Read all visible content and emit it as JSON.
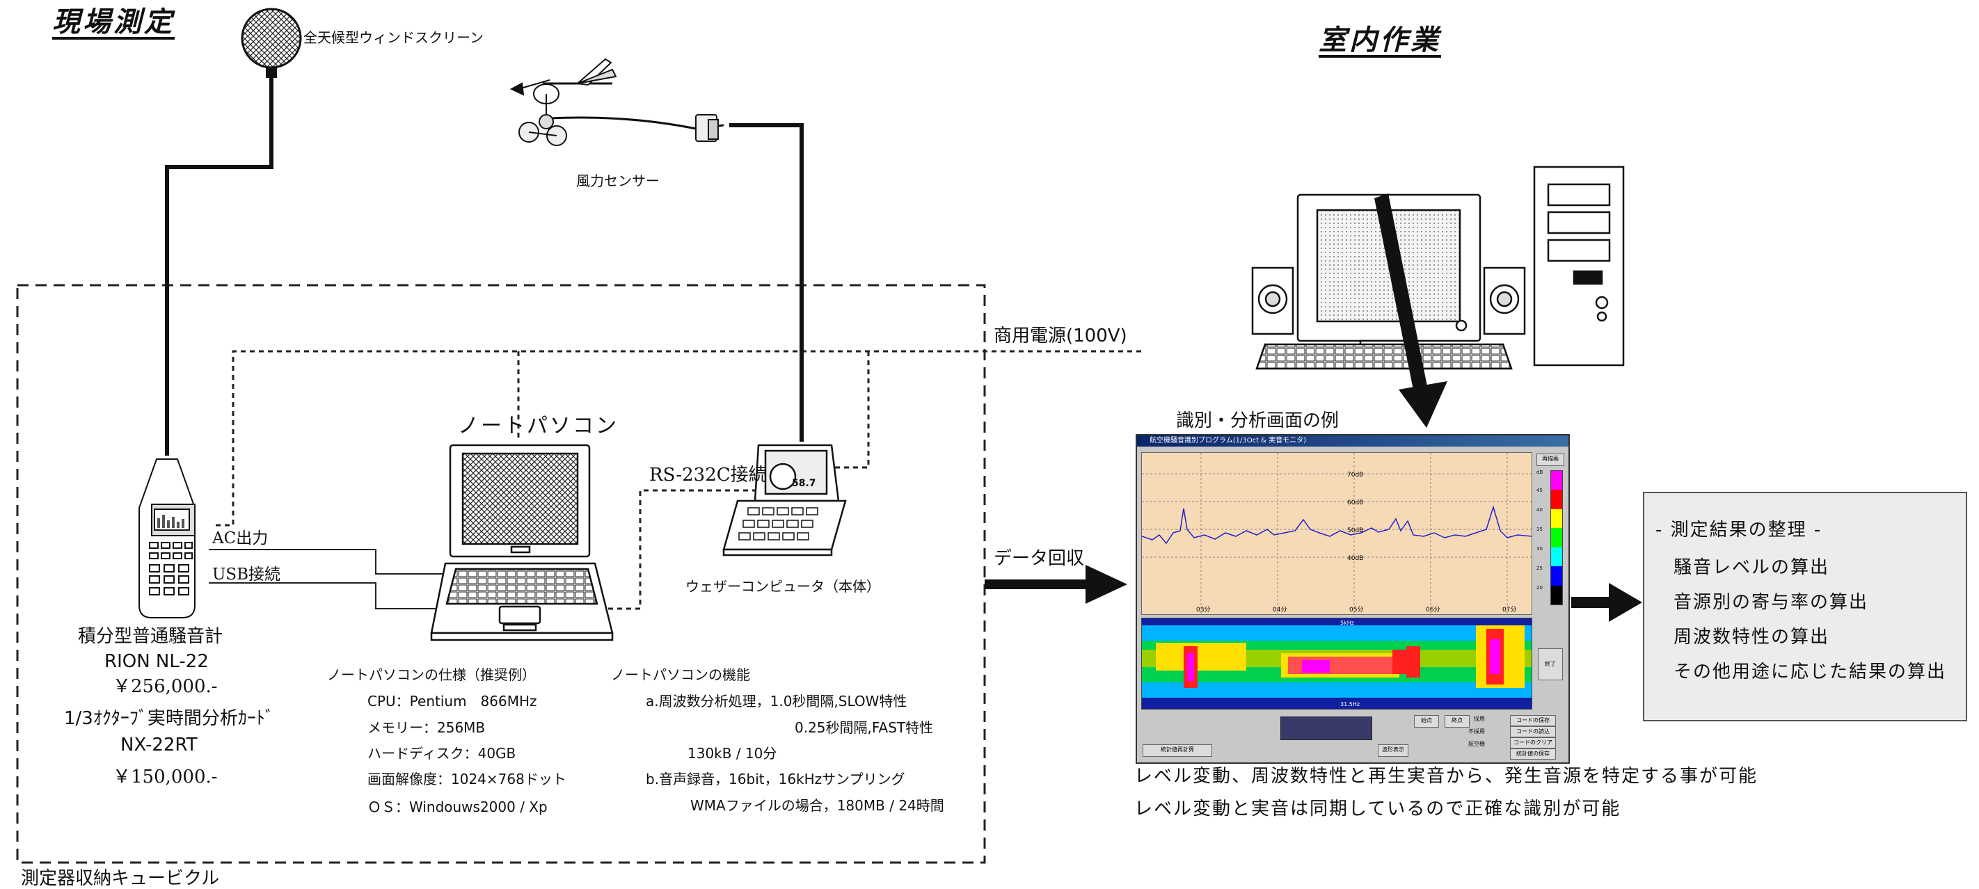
{
  "field": {
    "heading": "現場測定",
    "windscreen_label": "全天候型ウィンドスクリーン",
    "wind_sensor_label": "風力センサー",
    "power_label": "商用電源(100V)",
    "cubicle_label": "測定器収納キュービクル",
    "notebook_label": "ノートパソコン",
    "rs232c_label": "RS-232C接続",
    "weather_computer_label": "ウェザーコンピュータ（本体）",
    "ac_output_label": "AC出力",
    "usb_label": "USB接続",
    "display_value": "58.7",
    "sound_meter": {
      "line1": "積分型普通騒音計",
      "line2": "RION NL-22",
      "price1": "￥256,000.-",
      "line3": "1/3ｵｸﾀｰﾌﾞ実時間分析ｶｰﾄﾞ",
      "line4": "NX-22RT",
      "price2": "￥150,000.-"
    },
    "specs": {
      "title": "ノートパソコンの仕様（推奨例）",
      "cpu": "CPU：Pentium　866MHz",
      "memory": "メモリー：256MB",
      "disk": "ハードディスク：40GB",
      "resolution": "画面解像度：1024×768ドット",
      "os": "ＯＳ：Windouws2000 / Xp"
    },
    "functions": {
      "title": "ノートパソコンの機能",
      "a1": "a.周波数分析処理，1.0秒間隔,SLOW特性",
      "a2": "0.25秒間隔,FAST特性",
      "a3": "130kB / 10分",
      "b1": "b.音声録音，16bit，16kHzサンプリング",
      "b2": "WMAファイルの場合，180MB / 24時間"
    }
  },
  "office": {
    "heading": "室内作業",
    "data_collection_label": "データ回収",
    "screen_example_label": "識別・分析画面の例",
    "caption1": "レベル変動、周波数特性と再生実音から、発生音源を特定する事が可能",
    "caption2": "レベル変動と実音は同期しているので正確な識別が可能",
    "results": {
      "title": "- 測定結果の整理 -",
      "item1": "騒音レベルの算出",
      "item2": "音源別の寄与率の算出",
      "item3": "周波数特性の算出",
      "item4": "その他用途に応じた結果の算出"
    }
  },
  "screen": {
    "window_title": "航空機騒音識別プログラム(1/3Oct & 実音モニタ)",
    "levels": [
      "70dB",
      "60dB",
      "50dB",
      "40dB"
    ],
    "times": [
      "03分",
      "04分",
      "05分",
      "06分",
      "07分"
    ],
    "freq_top": "5kHz",
    "freq_bottom": "31.5Hz",
    "buttons": {
      "redraw": "再描画",
      "end": "終了",
      "stats": "統計値再計算",
      "code_save": "コードの保存",
      "code_read": "コードの読込",
      "code_clear": "コードのクリア",
      "stats_save": "統計値の保存",
      "start_point": "始点",
      "end_point": "終点",
      "adopt": "採用",
      "reject": "不採用",
      "aircraft": "航空機",
      "range_display": "波形表示"
    },
    "colorbar_labels": [
      "dB",
      "45",
      "40",
      "35",
      "30",
      "25",
      "20"
    ],
    "colorbar_colors": [
      "#ff00ff",
      "#ff0000",
      "#ffff00",
      "#00ff00",
      "#00ffff",
      "#0000ff",
      "#000000"
    ]
  }
}
